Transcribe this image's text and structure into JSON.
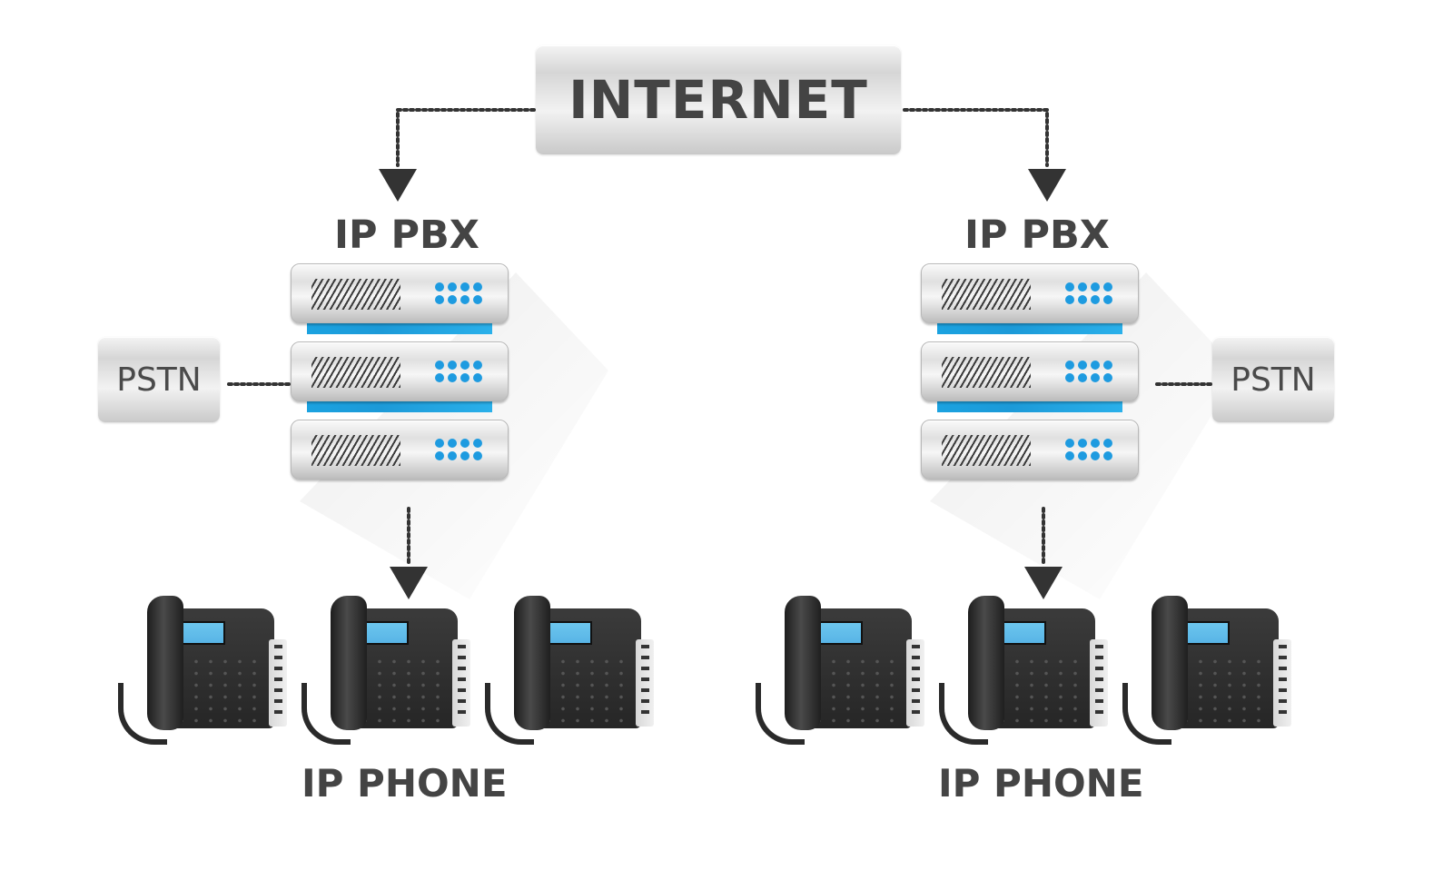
{
  "diagram": {
    "internet": {
      "label": "INTERNET"
    },
    "sites": [
      {
        "side": "left",
        "pbx_label": "IP PBX",
        "pstn_label": "PSTN",
        "phones_label": "IP PHONE",
        "server_units": 3,
        "phone_count": 3
      },
      {
        "side": "right",
        "pbx_label": "IP PBX",
        "pstn_label": "PSTN",
        "phones_label": "IP PHONE",
        "server_units": 3,
        "phone_count": 3
      }
    ],
    "connections": [
      {
        "from": "INTERNET",
        "to": "IP PBX (left)",
        "style": "dotted-arrow"
      },
      {
        "from": "INTERNET",
        "to": "IP PBX (right)",
        "style": "dotted-arrow"
      },
      {
        "from": "PSTN (left)",
        "to": "IP PBX (left)",
        "style": "dotted-line"
      },
      {
        "from": "PSTN (right)",
        "to": "IP PBX (right)",
        "style": "dotted-line"
      },
      {
        "from": "IP PBX (left)",
        "to": "IP PHONE (left)",
        "style": "dotted-arrow"
      },
      {
        "from": "IP PBX (right)",
        "to": "IP PHONE (right)",
        "style": "dotted-arrow"
      }
    ],
    "colors": {
      "text": "#444444",
      "server_accent": "#1ba2e0",
      "arrow": "#333333"
    }
  }
}
